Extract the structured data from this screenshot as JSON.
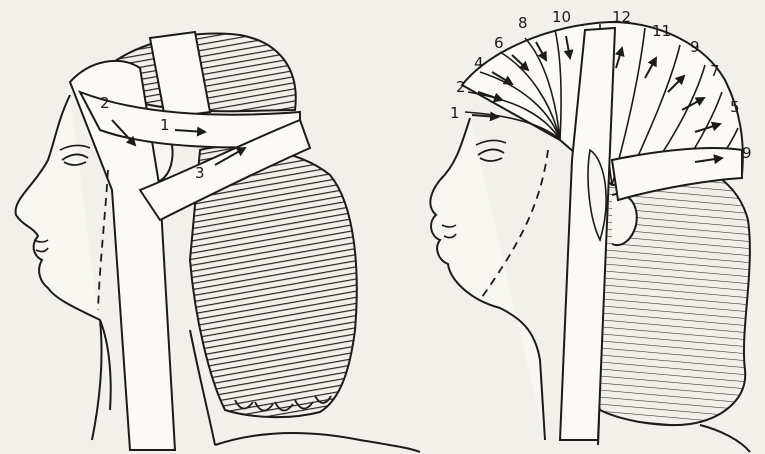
{
  "figure": {
    "left_labels": [
      "1",
      "2",
      "3"
    ],
    "right_labels": [
      "1",
      "2",
      "4",
      "6",
      "8",
      "10",
      "12",
      "11",
      "9",
      "7",
      "5",
      "9"
    ]
  },
  "colors": {
    "ink": "#1d1b18",
    "paper": "#f2f0ea",
    "hair_dark": "#2a2723",
    "bandage": "#fbfaf6"
  }
}
